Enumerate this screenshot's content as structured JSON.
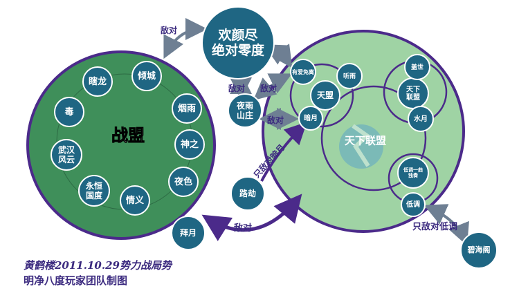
{
  "colors": {
    "zhanmeng_fill": "#3f8f5a",
    "lianmeng_fill": "#9fd3a4",
    "node_blue": "#1f6683",
    "ring_purple": "#4b2a8a",
    "text_purple": "#3b2a7f",
    "arrow_gray": "#6e7f93"
  },
  "zhanmeng": {
    "title": "战盟",
    "members": [
      "瞎龙",
      "倾城",
      "烟雨",
      "神之",
      "夜色",
      "情义",
      "永恒\n国度",
      "武汉\n风云",
      "毒"
    ]
  },
  "lianmeng": {
    "title": "天下联盟",
    "tianmeng": "天盟",
    "tianxia": "天下\n联盟",
    "nodes": [
      "有爱免离",
      "听雨",
      "暗月",
      "盖世",
      "水月",
      "低调一曲\n独奏",
      "低调"
    ]
  },
  "outside": {
    "huanyan": "欢颜尽\n绝对零度",
    "yeyu": "夜雨\n山庄",
    "lujie": "路劫",
    "baiyue": "拜月",
    "bihai": "碧海阁"
  },
  "relations": {
    "hostile_top": "敌对",
    "hostile_mid_left": "敌对",
    "hostile_mid_right": "敌对",
    "hostile_yeyu": "敌对",
    "hostile_anyue": "只敌对暗月",
    "hostile_bottom": "敌对",
    "hostile_didiao": "只敌对低调"
  },
  "caption": {
    "line1": "黄鹤楼2011.10.29势力战局势",
    "line2": "明净八度玩家团队制图"
  }
}
